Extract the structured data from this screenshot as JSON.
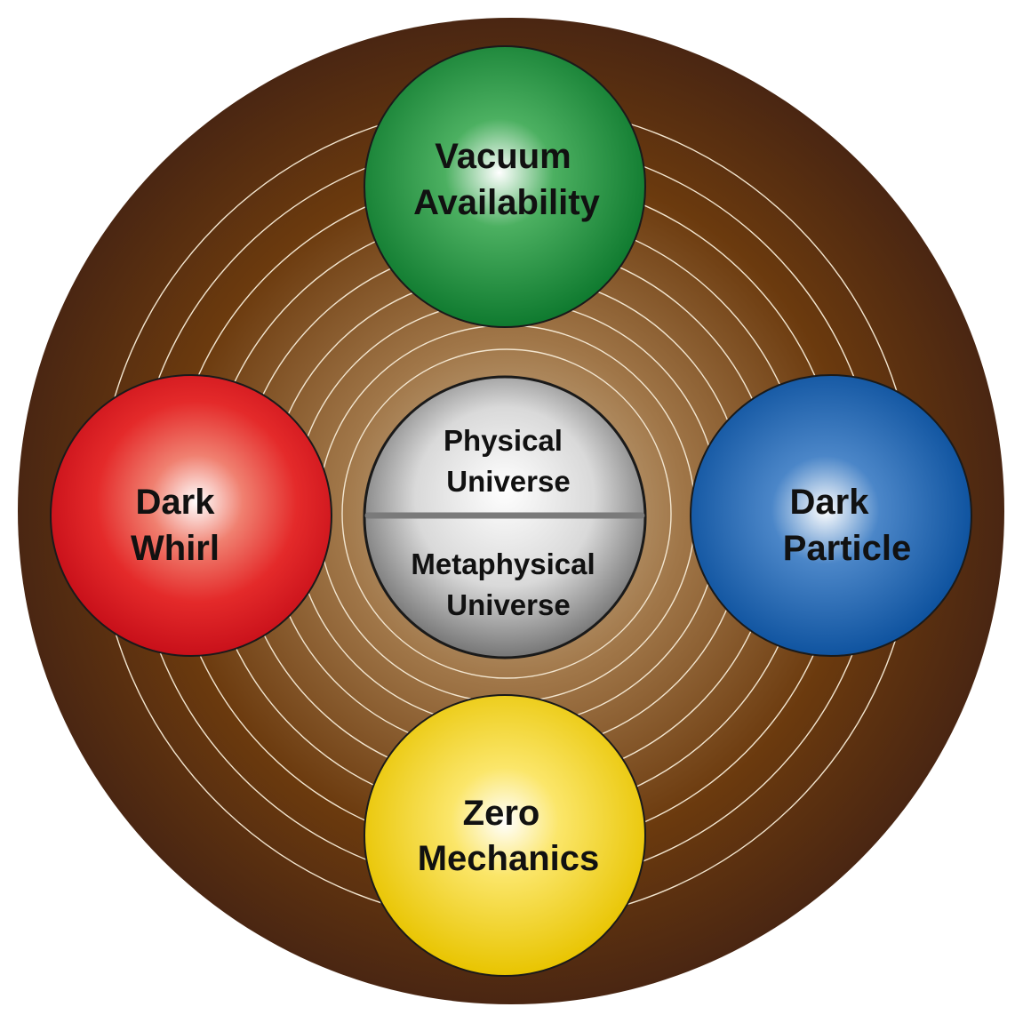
{
  "colors": {
    "outer_dark": "#4a2612",
    "outer_mid": "#6b3a0e",
    "center_light": "#d8c3a0",
    "ring_line": "#f3e6d0",
    "green": "#178a3a",
    "red": "#e0141e",
    "blue": "#0a5fb0",
    "yellow": "#f3d20a",
    "center_gray": "#9a9a9a"
  },
  "diagram": {
    "center": {
      "top_line1": "Physical",
      "top_line2": "Universe",
      "bottom_line1": "Metaphysical",
      "bottom_line2": "Universe"
    },
    "nodes": [
      {
        "id": "top",
        "line1": "Vacuum",
        "line2": "Availability",
        "color": "green"
      },
      {
        "id": "left",
        "line1": "Dark",
        "line2": "Whirl",
        "color": "red"
      },
      {
        "id": "right",
        "line1": "Dark",
        "line2": "Particle",
        "color": "blue"
      },
      {
        "id": "bottom",
        "line1": "Zero",
        "line2": "Mechanics",
        "color": "yellow"
      }
    ]
  }
}
